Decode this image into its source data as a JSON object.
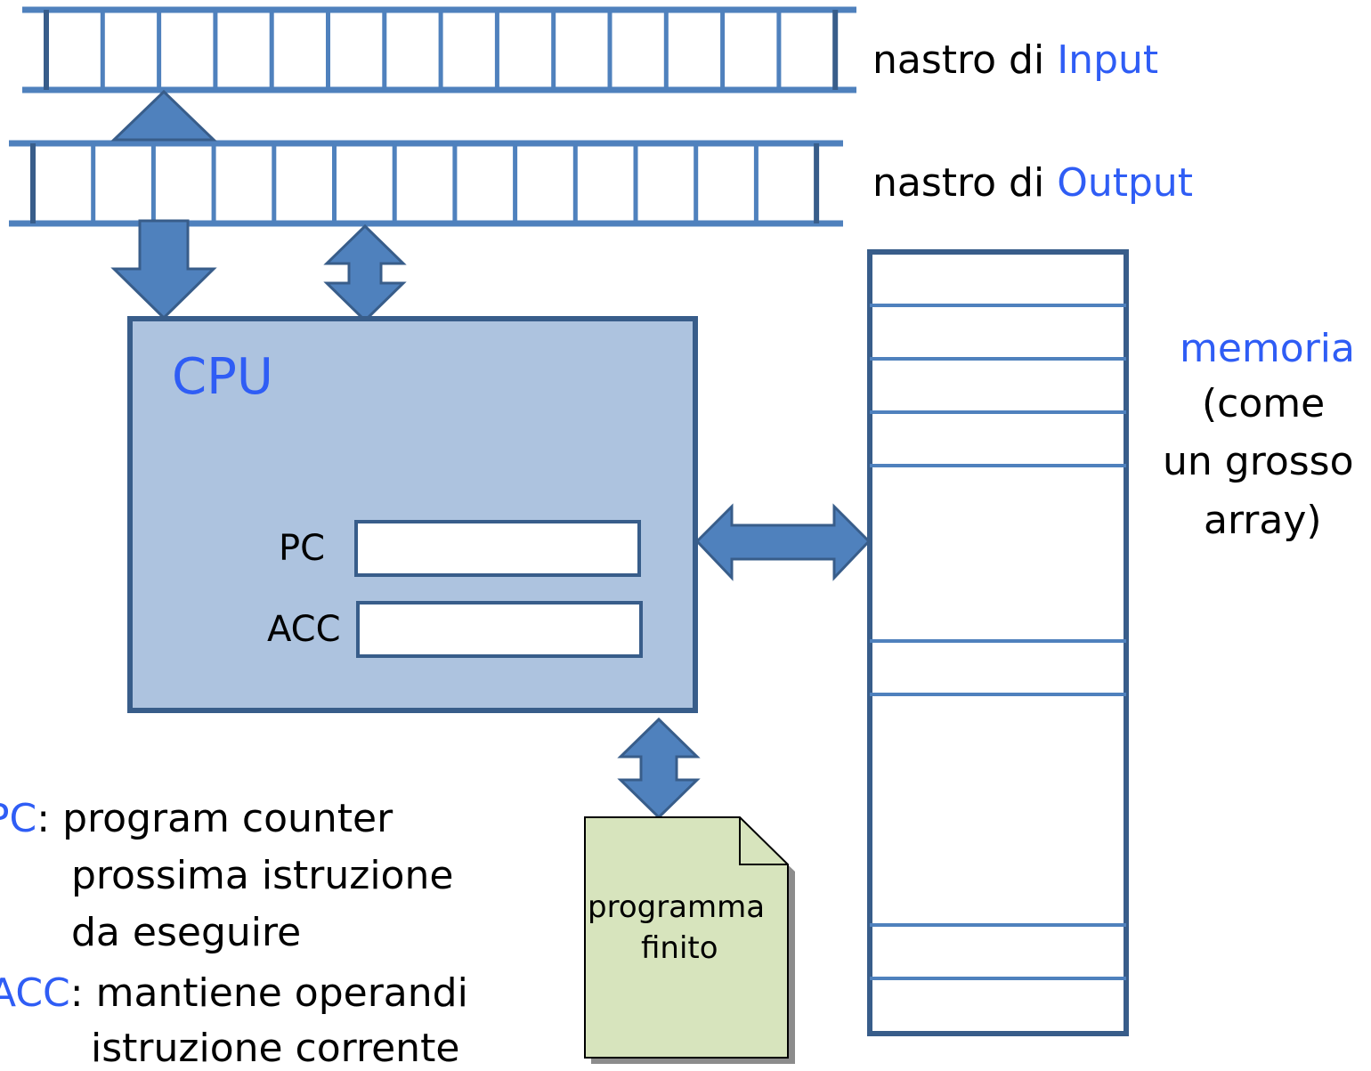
{
  "tapes": {
    "input": {
      "prefix": "nastro di ",
      "name": "Input"
    },
    "output": {
      "prefix": "nastro di ",
      "name": "Output"
    }
  },
  "cpu": {
    "title": "CPU"
  },
  "registers": {
    "pc_label": "PC",
    "acc_label": "ACC"
  },
  "memory": {
    "title": "memoria",
    "note_line1": "(come",
    "note_line2": "un grosso",
    "note_line3": "array)"
  },
  "program": {
    "line1": "programma",
    "line2": "finito"
  },
  "legend": {
    "pc_abbr": "PC",
    "pc_def": ": program counter",
    "pc_line2": "prossima istruzione",
    "pc_line3": "da eseguire",
    "acc_abbr": "ACC",
    "acc_def": ": mantiene operandi",
    "acc_line2": "istruzione corrente"
  },
  "colors": {
    "tape_stroke": "#4f81bd",
    "tape_frame": "#385d8a",
    "arrow_fill": "#4f81bd",
    "arrow_stroke": "#385d8a",
    "cpu_fill": "#adc3df",
    "program_fill": "#d7e4bd",
    "label_blue": "#2f5df5"
  }
}
